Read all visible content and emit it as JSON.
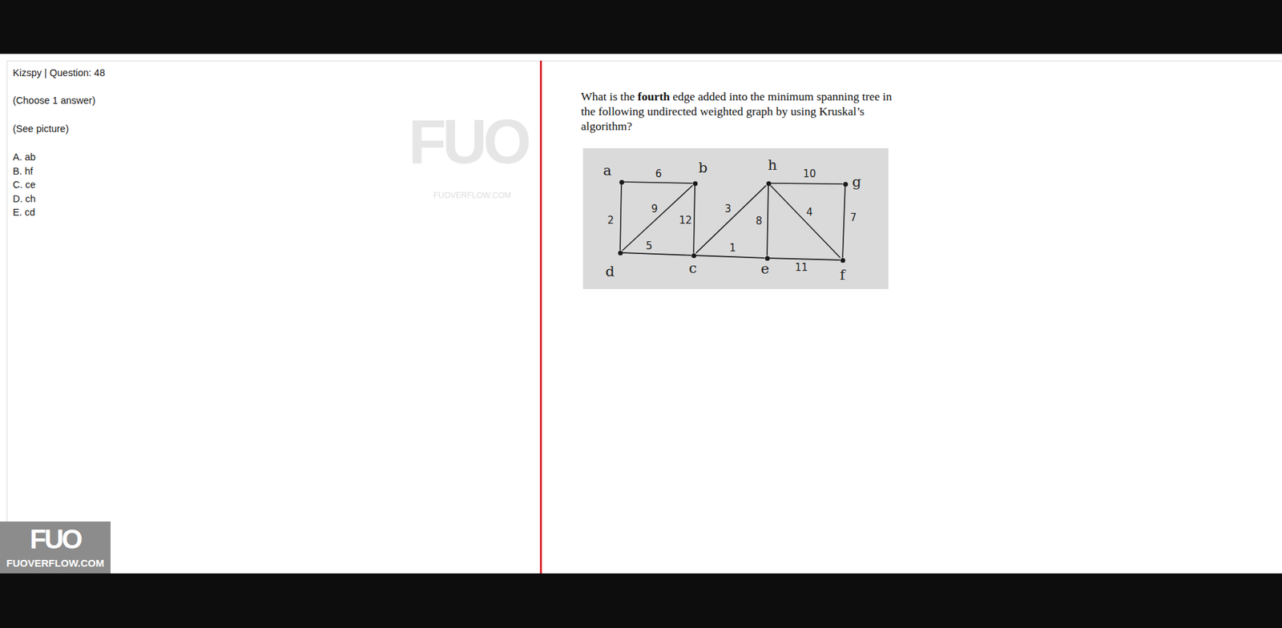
{
  "diagram": {
    "title": "Kizspy | Question: 48",
    "nodes": [
      {
        "text": [
          "a"
        ]
      },
      {
        "text": [
          "b"
        ]
      },
      {
        "text": [
          "h"
        ]
      },
      {
        "text": [
          "g"
        ]
      },
      {
        "text": [
          "d"
        ]
      },
      {
        "text": [
          "c"
        ]
      },
      {
        "text": [
          "e"
        ]
      },
      {
        "text": [
          "f"
        ]
      }
    ],
    "edges": [
      {
        "from": 0,
        "to": 1,
        "arrow": "none",
        "label": "6"
      },
      {
        "from": 0,
        "to": 4,
        "arrow": "none",
        "label": "2"
      },
      {
        "from": 4,
        "to": 1,
        "arrow": "none",
        "label": "9"
      },
      {
        "from": 1,
        "to": 5,
        "arrow": "none",
        "label": "12"
      },
      {
        "from": 4,
        "to": 5,
        "arrow": "none",
        "label": "5"
      },
      {
        "from": 5,
        "to": 2,
        "arrow": "none",
        "label": "3"
      },
      {
        "from": 5,
        "to": 6,
        "arrow": "none",
        "label": "1"
      },
      {
        "from": 2,
        "to": 6,
        "arrow": "none",
        "label": "8"
      },
      {
        "from": 2,
        "to": 3,
        "arrow": "none",
        "label": "10"
      },
      {
        "from": 2,
        "to": 7,
        "arrow": "none",
        "label": "4"
      },
      {
        "from": 3,
        "to": 7,
        "arrow": "none",
        "label": "7"
      },
      {
        "from": 6,
        "to": 7,
        "arrow": "none",
        "label": "11"
      }
    ],
    "labels": [
      "(Choose 1 answer)",
      "(See picture)",
      "A. ab",
      "B. hf",
      "C. ce",
      "D. ch",
      "E. cd",
      "What is the",
      "fourth",
      "edge added into the minimum spanning tree in the following undirected weighted graph by using Kruskal’s algorithm?",
      "FUO",
      "FUOVERFLOW.COM",
      "FUO",
      "FUOVERFLOW.COM"
    ]
  }
}
